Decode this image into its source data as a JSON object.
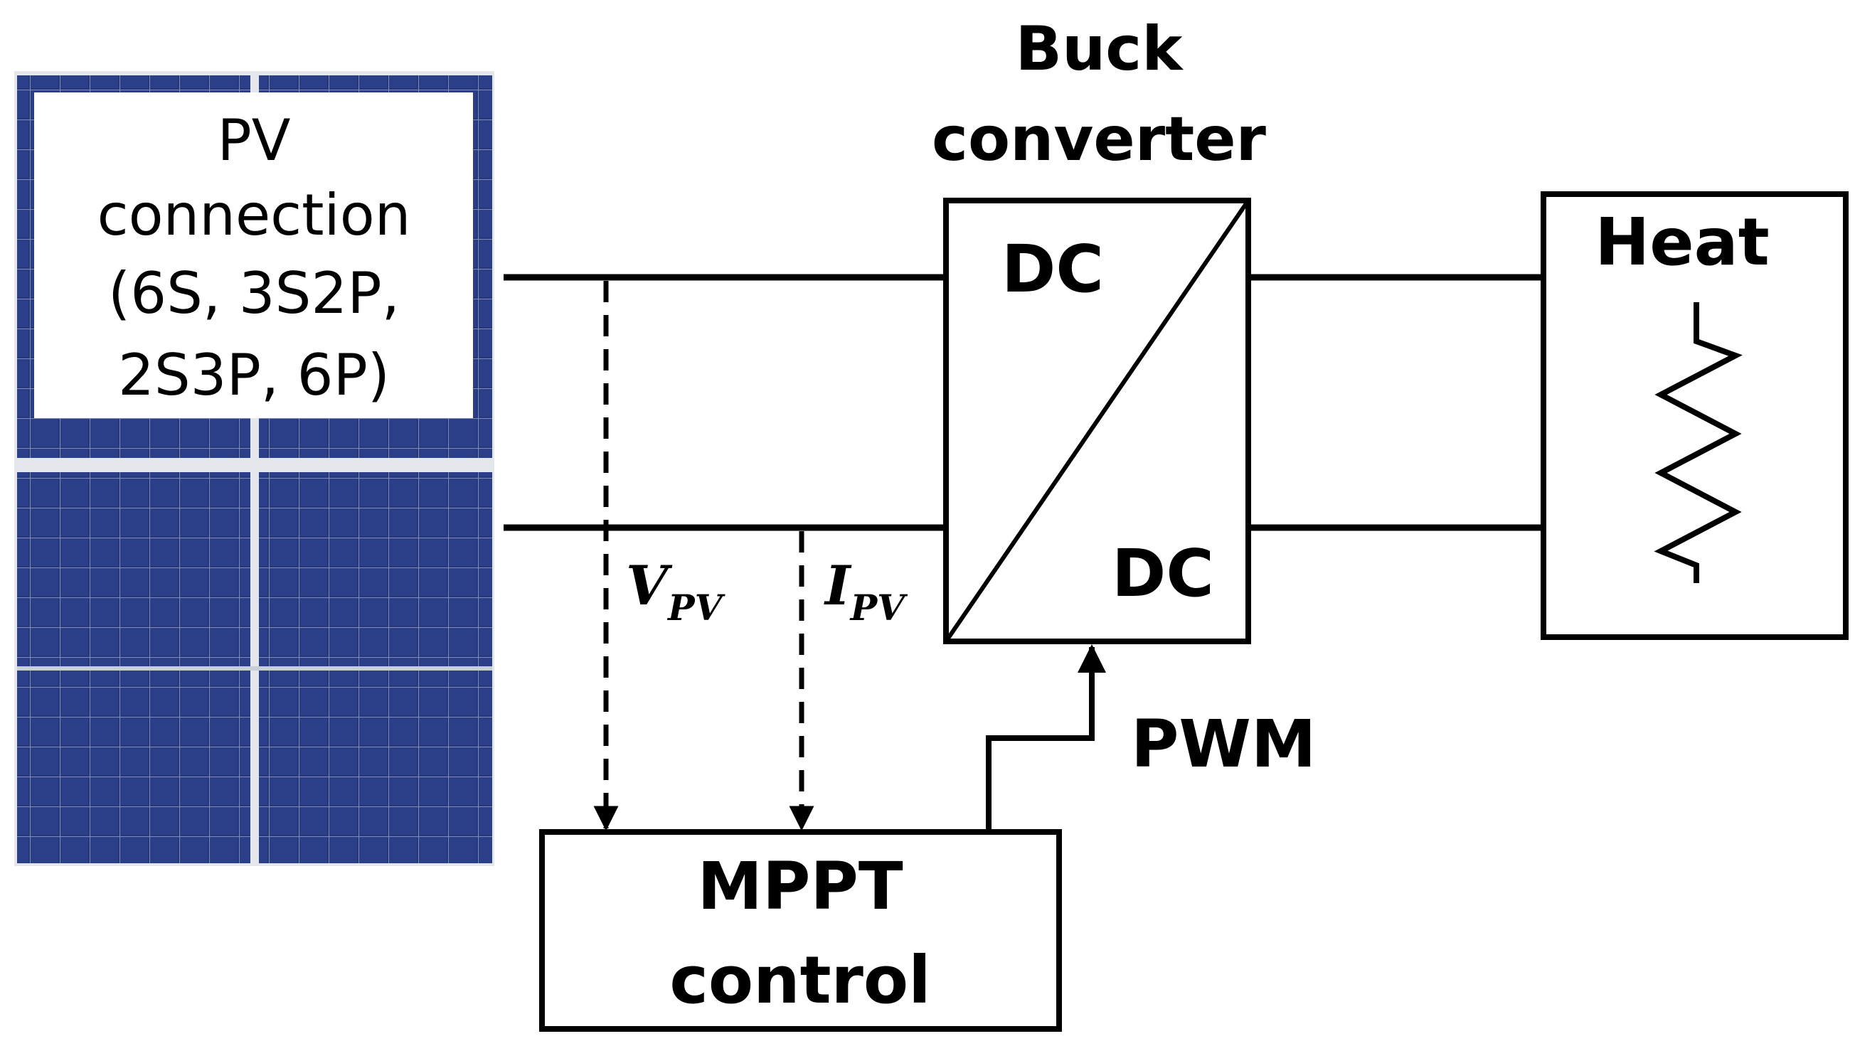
{
  "pv": {
    "label_lines": [
      "PV",
      "connection",
      "(6S, 3S2P,",
      "2S3P, 6P)"
    ]
  },
  "converter": {
    "title_lines": [
      "Buck",
      "converter"
    ],
    "input_label": "DC",
    "output_label": "DC"
  },
  "load": {
    "label": "Heat"
  },
  "mppt": {
    "label_lines": [
      "MPPT",
      "control"
    ]
  },
  "signals": {
    "voltage": {
      "symbol": "V",
      "subscript": "PV"
    },
    "current": {
      "symbol": "I",
      "subscript": "PV"
    },
    "pwm": "PWM"
  },
  "colors": {
    "line": "#000000",
    "panel_frame": "#d4d8dc",
    "panel_cell": "#25367a"
  }
}
